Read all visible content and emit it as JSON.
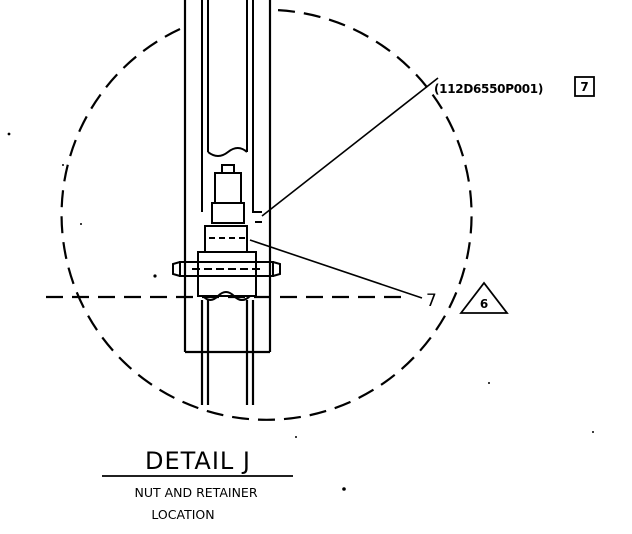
{
  "callouts": {
    "part_number": "(112D6550P001)",
    "part_note": "7",
    "item_number": "7",
    "item_flag": "6"
  },
  "detail": {
    "title": "DETAIL J",
    "subtitle_line1": "NUT AND RETAINER",
    "subtitle_line2": "LOCATION"
  }
}
